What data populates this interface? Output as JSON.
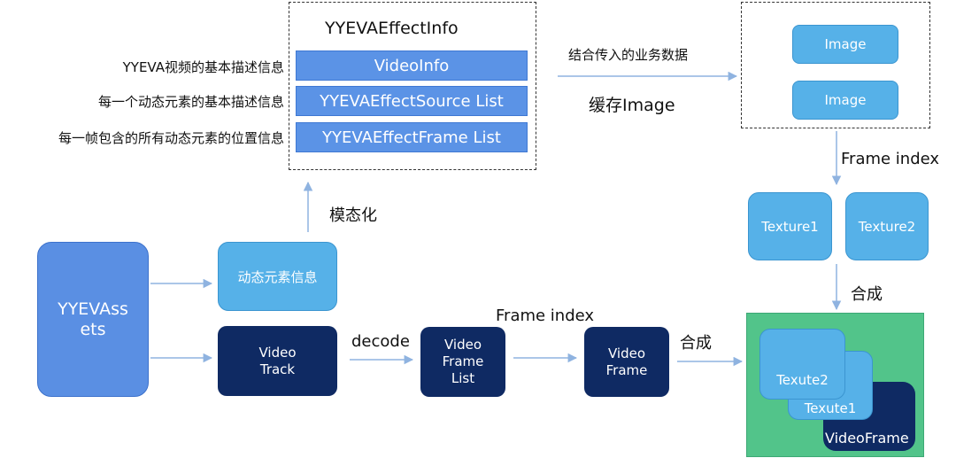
{
  "effect_info": {
    "title": "YYEVAEffectInfo",
    "rows": [
      "VideoInfo",
      "YYEVAEffectSource List",
      "YYEVAEffectFrame List"
    ],
    "row_descriptions": [
      "YYEVA视频的基本描述信息",
      "每一个动态元素的基本描述信息",
      "每一帧包含的所有动态元素的位置信息"
    ]
  },
  "edges": {
    "modelize": "模态化",
    "business_data": "结合传入的业务数据",
    "cache_image": "缓存Image",
    "frame_index_top": "Frame index",
    "composite_top": "合成",
    "decode": "decode",
    "frame_index_bottom": "Frame index",
    "composite_bottom": "合成"
  },
  "image_cache": {
    "items": [
      "Image",
      "Image"
    ]
  },
  "textures": [
    "Texture1",
    "Texture2"
  ],
  "assets": {
    "label": "YYEVAss\nets"
  },
  "dynamic_info": "动态元素信息",
  "video_track": "Video\nTrack",
  "video_frame_list": "Video\nFrame\nList",
  "video_frame": "Video\nFrame",
  "output": {
    "texture2": "Texute2",
    "texture1": "Texute1",
    "video_frame": "VideoFrame"
  },
  "colors": {
    "bar_blue": "#5b93e6",
    "sky_blue": "#56b1e8",
    "navy": "#0f2a63",
    "output_green": "#52c48a",
    "arrow": "#8fb3e0"
  }
}
